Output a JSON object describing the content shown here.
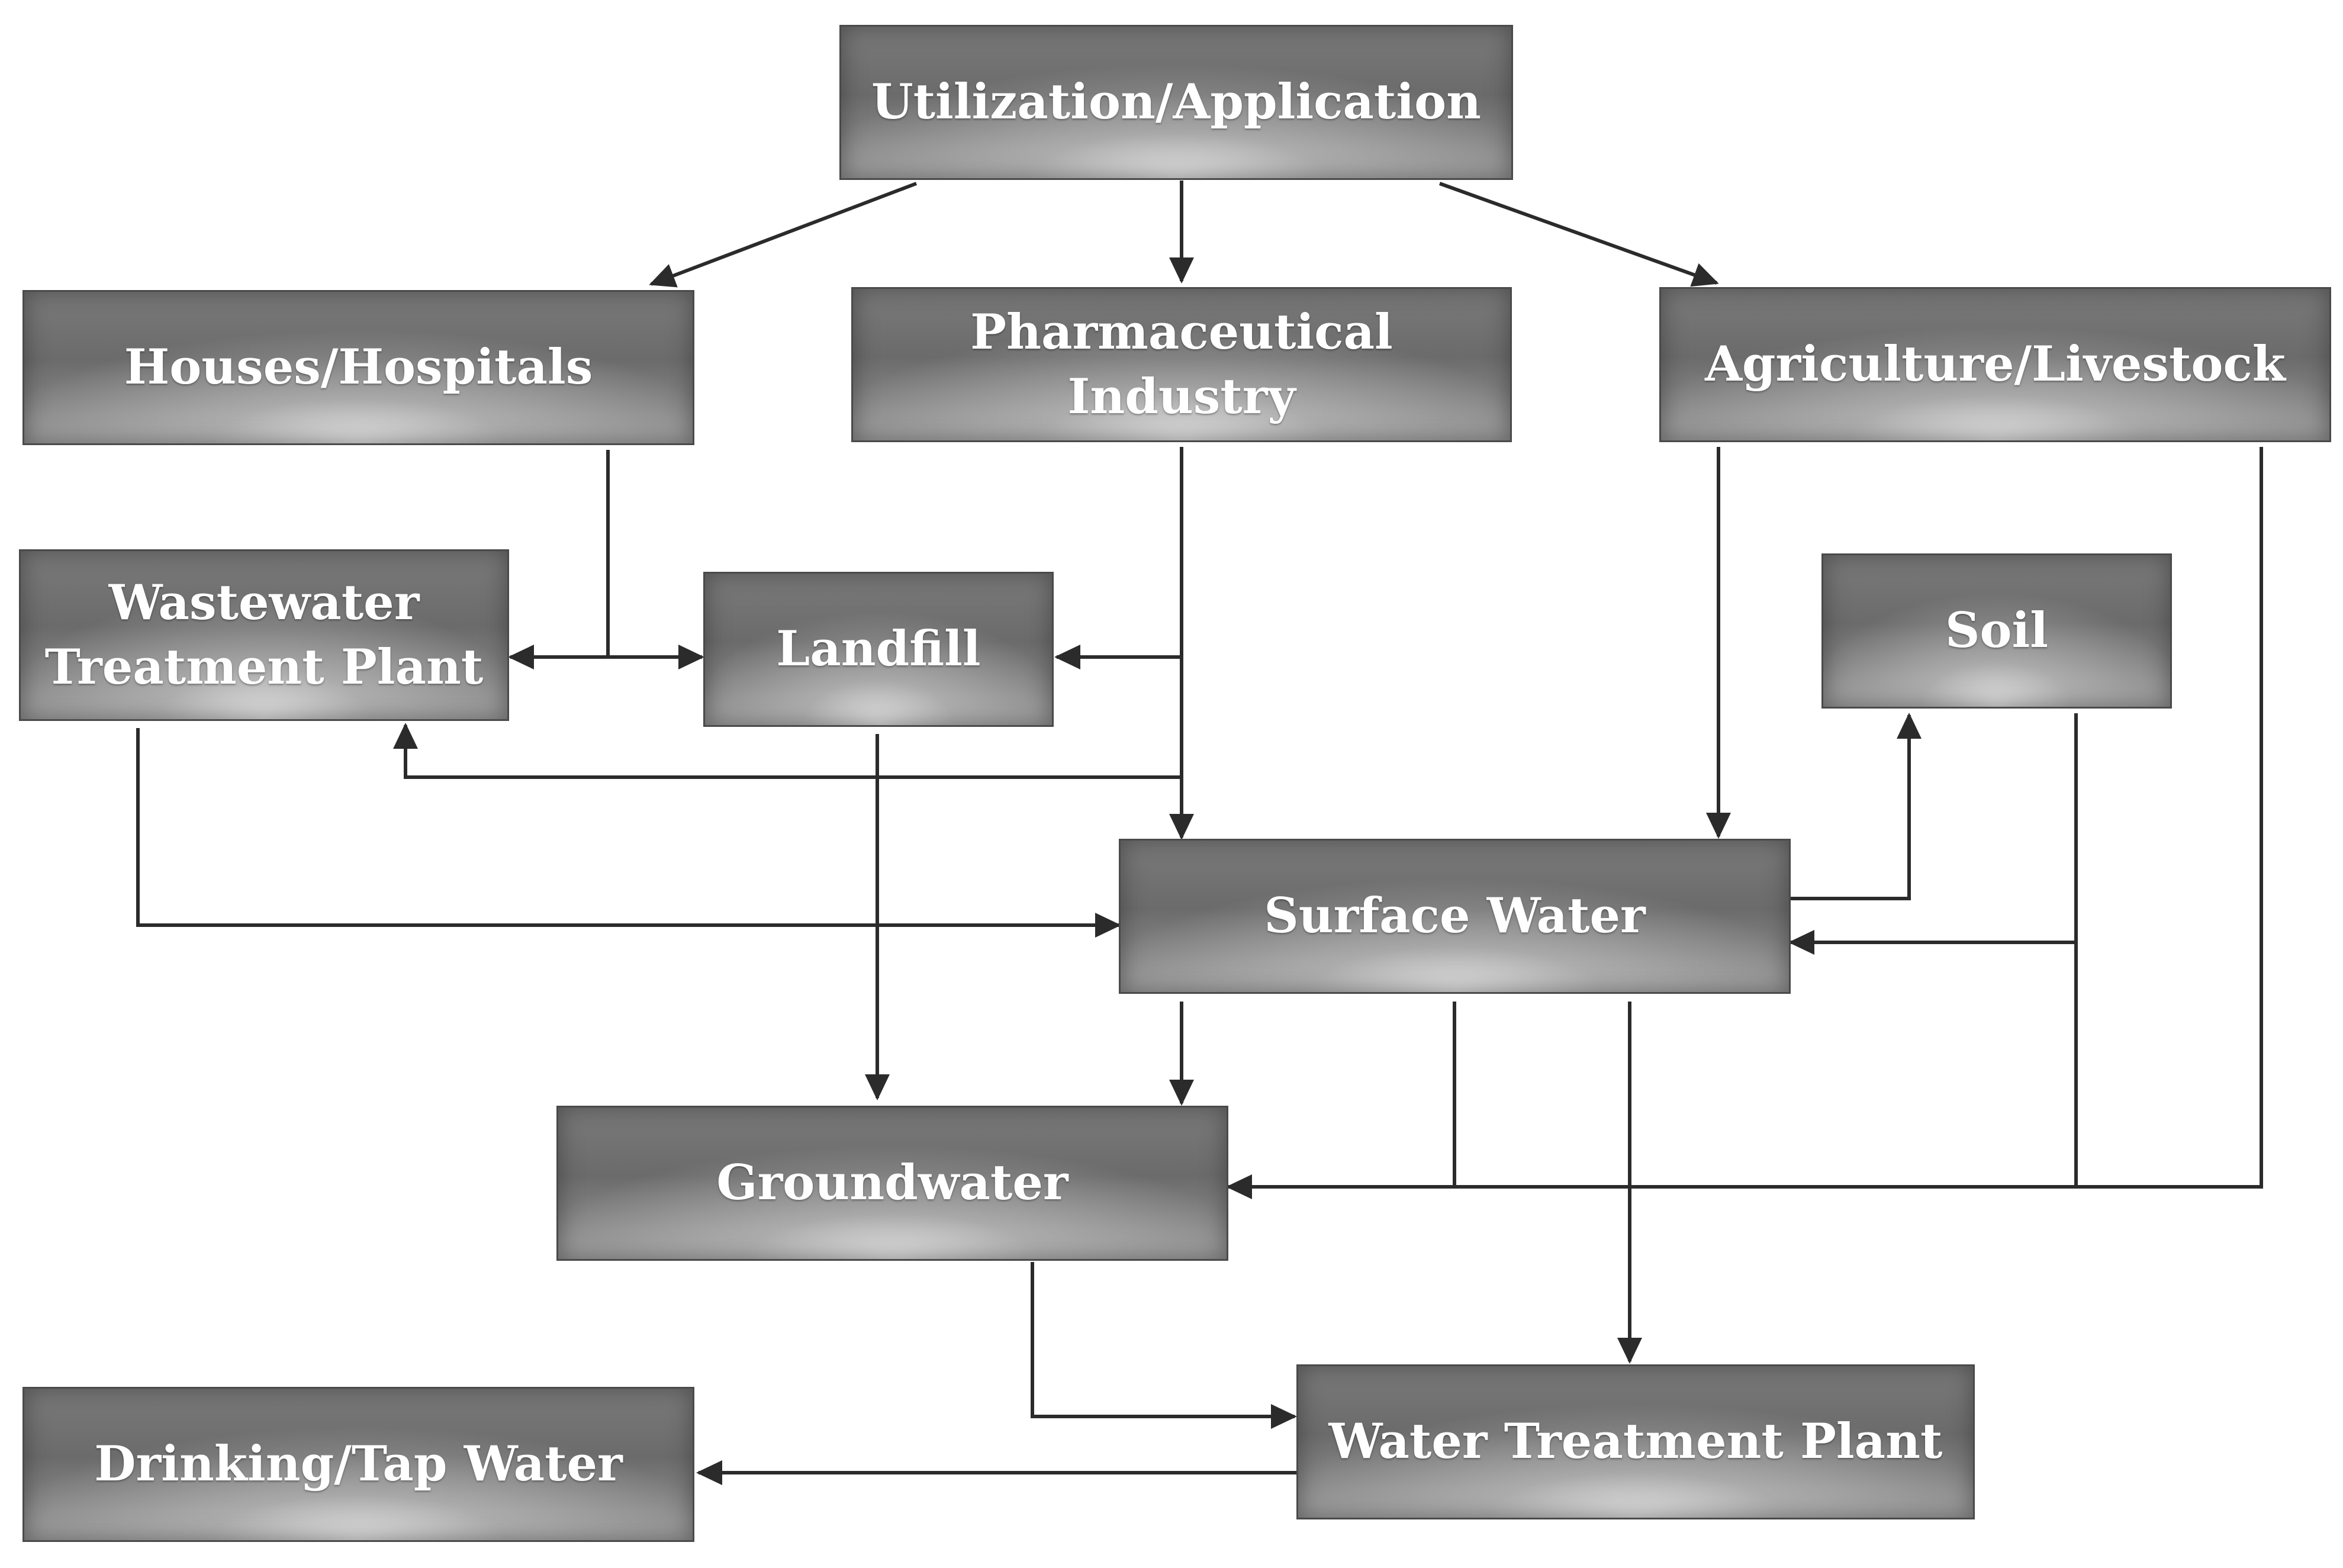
{
  "diagram": {
    "nodes": {
      "utilization": "Utilization/Application",
      "houses": "Houses/Hospitals",
      "pharma": "Pharmaceutical Industry",
      "agriculture": "Agriculture/Livestock",
      "wwtp_line1": "Wastewater",
      "wwtp_line2": "Treatment Plant",
      "landfill": "Landfill",
      "soil": "Soil",
      "surface_water": "Surface Water",
      "groundwater": "Groundwater",
      "water_treatment": "Water Treatment Plant",
      "drinking_water": "Drinking/Tap Water"
    },
    "edges": [
      {
        "from": "Utilization/Application",
        "to": "Houses/Hospitals"
      },
      {
        "from": "Utilization/Application",
        "to": "Pharmaceutical Industry"
      },
      {
        "from": "Utilization/Application",
        "to": "Agriculture/Livestock"
      },
      {
        "from": "Houses/Hospitals",
        "to": "Wastewater Treatment Plant"
      },
      {
        "from": "Houses/Hospitals",
        "to": "Landfill"
      },
      {
        "from": "Pharmaceutical Industry",
        "to": "Landfill"
      },
      {
        "from": "Pharmaceutical Industry",
        "to": "Wastewater Treatment Plant"
      },
      {
        "from": "Pharmaceutical Industry",
        "to": "Surface Water"
      },
      {
        "from": "Agriculture/Livestock",
        "to": "Surface Water"
      },
      {
        "from": "Agriculture/Livestock",
        "to": "Groundwater"
      },
      {
        "from": "Wastewater Treatment Plant",
        "to": "Surface Water"
      },
      {
        "from": "Landfill",
        "to": "Groundwater"
      },
      {
        "from": "Surface Water",
        "to": "Soil"
      },
      {
        "from": "Soil",
        "to": "Surface Water"
      },
      {
        "from": "Soil",
        "to": "Groundwater"
      },
      {
        "from": "Surface Water",
        "to": "Groundwater"
      },
      {
        "from": "Surface Water",
        "to": "Water Treatment Plant"
      },
      {
        "from": "Groundwater",
        "to": "Water Treatment Plant"
      },
      {
        "from": "Water Treatment Plant",
        "to": "Drinking/Tap Water"
      }
    ],
    "colors": {
      "line": "#2b2b2b",
      "box_dark": "#6b6b6b",
      "box_light": "#e8e8e8",
      "text": "#ffffff"
    }
  }
}
